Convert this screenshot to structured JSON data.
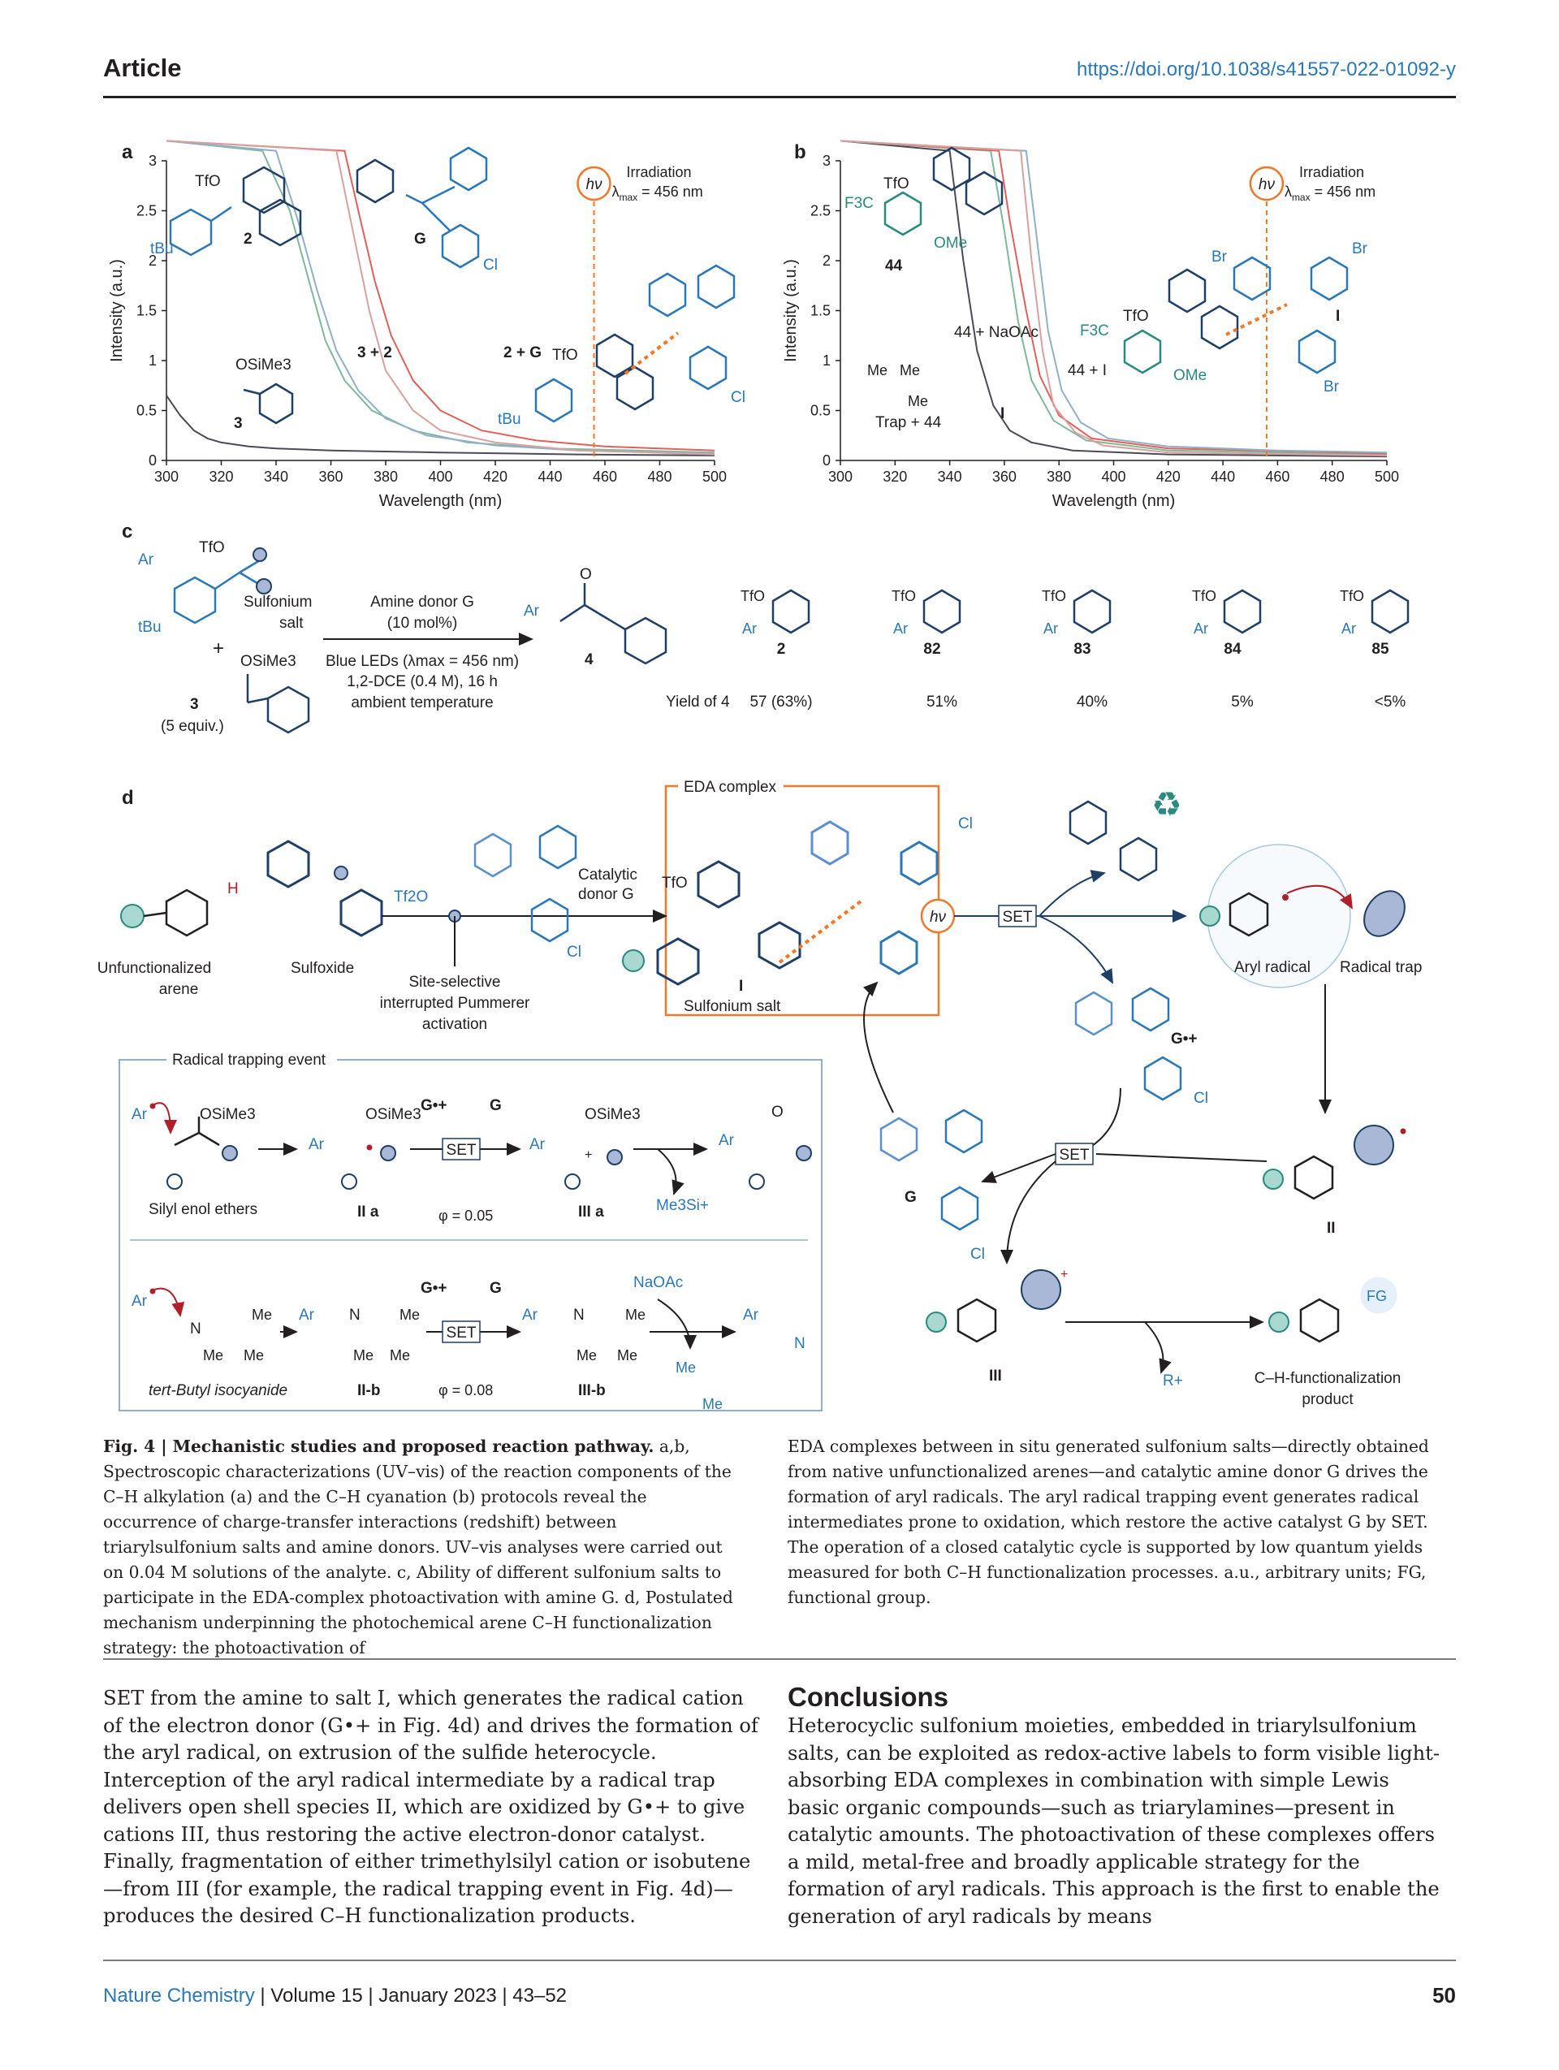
{
  "header": {
    "article": "Article",
    "doi": "https://doi.org/10.1038/s41557-022-01092-y"
  },
  "panel_letters": {
    "a": "a",
    "b": "b",
    "c": "c",
    "d": "d"
  },
  "chart_data": [
    {
      "type": "line",
      "panel": "a",
      "xlabel": "Wavelength (nm)",
      "ylabel": "Intensity (a.u.)",
      "xlim": [
        300,
        500
      ],
      "ylim": [
        0,
        3
      ],
      "xticks": [
        300,
        320,
        340,
        360,
        380,
        400,
        420,
        440,
        460,
        480,
        500
      ],
      "yticks": [
        "0",
        "0.5",
        "1",
        "1.5",
        "2",
        "2.5",
        "3"
      ],
      "irradiation": {
        "label": "Irradiation",
        "lambda": "max",
        "value": "= 456 nm",
        "x": 456,
        "symbol": "hν"
      },
      "series": [
        {
          "label": "3",
          "color": "#4a4a58",
          "x": [
            300,
            305,
            310,
            315,
            320,
            330,
            340,
            360,
            400,
            450,
            500
          ],
          "y": [
            0.65,
            0.45,
            0.3,
            0.22,
            0.18,
            0.14,
            0.12,
            0.1,
            0.08,
            0.06,
            0.05
          ]
        },
        {
          "label": "3 + 2",
          "color": "#7fb89a",
          "x": [
            300,
            335,
            345,
            352,
            358,
            365,
            375,
            390,
            410,
            440,
            500
          ],
          "y": [
            3.2,
            3.1,
            2.5,
            1.8,
            1.2,
            0.8,
            0.5,
            0.3,
            0.18,
            0.12,
            0.08
          ]
        },
        {
          "label": "2",
          "color": "#8fb0c8",
          "x": [
            300,
            340,
            348,
            355,
            362,
            370,
            380,
            395,
            420,
            450,
            500
          ],
          "y": [
            3.2,
            3.1,
            2.4,
            1.7,
            1.1,
            0.7,
            0.42,
            0.25,
            0.15,
            0.1,
            0.07
          ]
        },
        {
          "label": "2 + G",
          "color": "#e0605a",
          "x": [
            300,
            365,
            370,
            376,
            382,
            390,
            400,
            415,
            435,
            460,
            500
          ],
          "y": [
            3.2,
            3.1,
            2.5,
            1.8,
            1.25,
            0.8,
            0.5,
            0.3,
            0.2,
            0.14,
            0.1
          ]
        },
        {
          "label": "G",
          "color": "#d9a0a0",
          "x": [
            300,
            362,
            368,
            374,
            380,
            390,
            400,
            420,
            450,
            500
          ],
          "y": [
            3.2,
            3.1,
            2.3,
            1.5,
            0.9,
            0.5,
            0.3,
            0.18,
            0.1,
            0.06
          ]
        }
      ],
      "annotations": [
        "2",
        "G",
        "3 + 2",
        "2 + G",
        "3",
        "OSiMe3",
        "TfO",
        "tBu",
        "Cl"
      ]
    },
    {
      "type": "line",
      "panel": "b",
      "xlabel": "Wavelength (nm)",
      "ylabel": "Intensity (a.u.)",
      "xlim": [
        300,
        500
      ],
      "ylim": [
        0,
        3
      ],
      "xticks": [
        300,
        320,
        340,
        360,
        380,
        400,
        420,
        440,
        460,
        480,
        500
      ],
      "yticks": [
        "0",
        "0.5",
        "1",
        "1.5",
        "2",
        "2.5",
        "3"
      ],
      "irradiation": {
        "label": "Irradiation",
        "lambda": "max",
        "value": "= 456 nm",
        "x": 456,
        "symbol": "hν"
      },
      "series": [
        {
          "label": "Trap + 44",
          "color": "#4a4a58",
          "x": [
            300,
            340,
            345,
            350,
            356,
            362,
            370,
            385,
            420,
            500
          ],
          "y": [
            3.2,
            3.1,
            2.0,
            1.1,
            0.55,
            0.3,
            0.18,
            0.1,
            0.06,
            0.04
          ]
        },
        {
          "label": "44",
          "color": "#7fb89a",
          "x": [
            300,
            355,
            360,
            365,
            370,
            378,
            390,
            420,
            500
          ],
          "y": [
            3.2,
            3.1,
            2.3,
            1.4,
            0.8,
            0.4,
            0.2,
            0.1,
            0.06
          ]
        },
        {
          "label": "44 + NaOAc",
          "color": "#e0605a",
          "x": [
            300,
            358,
            362,
            368,
            373,
            380,
            392,
            420,
            500
          ],
          "y": [
            3.2,
            3.1,
            2.4,
            1.5,
            0.85,
            0.45,
            0.22,
            0.12,
            0.07
          ]
        },
        {
          "label": "44 + I",
          "color": "#8fb0c8",
          "x": [
            300,
            368,
            372,
            376,
            381,
            388,
            398,
            420,
            460,
            500
          ],
          "y": [
            3.2,
            3.1,
            2.2,
            1.3,
            0.7,
            0.38,
            0.22,
            0.14,
            0.1,
            0.08
          ]
        },
        {
          "label": "I",
          "color": "#d9a0a0",
          "x": [
            300,
            366,
            370,
            374,
            378,
            386,
            396,
            420,
            500
          ],
          "y": [
            3.2,
            3.1,
            2.0,
            1.1,
            0.55,
            0.28,
            0.15,
            0.08,
            0.05
          ]
        }
      ],
      "annotations": [
        "44",
        "44 + NaOAc",
        "44 + I",
        "Trap + 44",
        "I",
        "TfO",
        "F3C",
        "OMe",
        "Br",
        "Me"
      ]
    }
  ],
  "panel_c": {
    "sulfonium_label": "Sulfonium salt",
    "ar": "Ar",
    "tbu": "tBu",
    "tfo": "TfO",
    "plus": "+",
    "reagent_label": "OSiMe3",
    "reagent_number": "3",
    "reagent_equiv": "(5 equiv.)",
    "conditions": [
      "Amine donor G",
      "(10 mol%)",
      "Blue LEDs (λmax = 456 nm)",
      "1,2-DCE (0.4 M), 16 h",
      "ambient temperature"
    ],
    "product_number": "4",
    "yield_label": "Yield of 4",
    "salts": [
      {
        "number": "2",
        "yield": "57 (63%)"
      },
      {
        "number": "82",
        "yield": "51%"
      },
      {
        "number": "83",
        "yield": "40%"
      },
      {
        "number": "84",
        "yield": "5%"
      },
      {
        "number": "85",
        "yield": "<5%"
      }
    ]
  },
  "panel_d": {
    "edc_title": "EDA complex",
    "labels": {
      "unfunctionalized": [
        "Unfunctionalized",
        "arene"
      ],
      "sulfoxide": "Sulfoxide",
      "tf2o": "Tf2O",
      "pummerer": [
        "Site-selective",
        "interrupted Pummerer",
        "activation"
      ],
      "catalytic": [
        "Catalytic",
        "donor G"
      ],
      "sulfonium_salt": "Sulfonium salt",
      "roman_I": "I",
      "set": "SET",
      "hv": "hν",
      "aryl_radical": "Aryl radical",
      "radical_trap": "Radical trap",
      "g_radical": "G•+",
      "roman_II": "II",
      "roman_III": "III",
      "g_label": "G",
      "r_plus": "R+",
      "ch_product": [
        "C–H-functionalization",
        "product"
      ],
      "fg": "FG",
      "trap_event": "Radical trapping event",
      "silyl": "Silyl enol ethers",
      "IIa": "II a",
      "IIIa": "III a",
      "phi_a": "φ = 0.05",
      "me3si": "Me3Si+",
      "isocyanide": "tert-Butyl isocyanide",
      "IIb": "II-b",
      "IIIb": "III-b",
      "phi_b": "φ = 0.08",
      "naoac": "NaOAc",
      "me": "Me",
      "cl": "Cl",
      "h": "H",
      "tfo": "TfO"
    }
  },
  "caption": {
    "fig_label": "Fig. 4 | Mechanistic studies and proposed reaction pathway.",
    "left_rest": " a,b, Spectroscopic characterizations (UV–vis) of the reaction components of the C–H alkylation (a) and the C–H cyanation (b) protocols reveal the occurrence of charge-transfer interactions (redshift) between triarylsulfonium salts and amine donors. UV–vis analyses were carried out on 0.04 M solutions of the analyte. c, Ability of different sulfonium salts to participate in the EDA-complex photoactivation with amine G. d, Postulated mechanism underpinning the photochemical arene C–H functionalization strategy: the photoactivation of",
    "right": "EDA complexes between in situ generated sulfonium salts—directly obtained from native unfunctionalized arenes—and catalytic amine donor G drives the formation of aryl radicals. The aryl radical trapping event generates radical intermediates prone to oxidation, which restore the active catalyst G by SET. The operation of a closed catalytic cycle is supported by low quantum yields measured for both C–H functionalization processes. a.u., arbitrary units; FG, functional group."
  },
  "body": {
    "left": "SET from the amine to salt I, which generates the radical cation of the electron donor (G•+ in Fig. 4d) and drives the formation of the aryl radical, on extrusion of the sulfide heterocycle. Interception of the aryl radical intermediate by a radical trap delivers open shell species II, which are oxidized by G•+ to give cations III, thus restoring the active electron-donor catalyst. Finally, fragmentation of either trimethylsilyl cation or isobutene—from III (for example, the radical trapping event in Fig. 4d)—produces the desired C–H functionalization products.",
    "conclusions_title": "Conclusions",
    "right": "Heterocyclic sulfonium moieties, embedded in triarylsulfonium salts, can be exploited as redox-active labels to form visible light-absorbing EDA complexes in combination with simple Lewis basic organic compounds—such as triarylamines—present in catalytic amounts. The photoactivation of these complexes offers a mild, metal-free and broadly applicable strategy for the formation of aryl radicals. This approach is the first to enable the generation of aryl radicals by means"
  },
  "footer": {
    "journal": "Nature Chemistry",
    "details": " | Volume 15 | January 2023 | 43–52",
    "page": "50"
  }
}
